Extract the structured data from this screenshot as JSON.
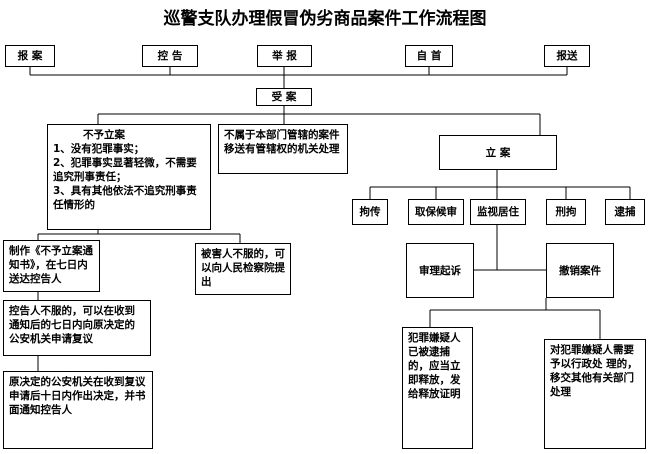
{
  "title": "巡警支队办理假冒伪劣商品案件工作流程图",
  "sources": [
    "报 案",
    "控 告",
    "举 报",
    "自 首",
    "报送"
  ],
  "accept": "受 案",
  "no_filing": {
    "heading": "不予立案",
    "lines": [
      "1、没有犯罪事实；",
      "2、犯罪事实显著轻微，不需要追究刑事责任；",
      "3、具有其他依法不追究刑事责任情形的"
    ]
  },
  "transfer": "不属于本部门管辖的案件移送有管辖权的机关处理",
  "filing": "立 案",
  "measures": [
    "拘传",
    "取保候审",
    "监视居住",
    "刑拘",
    "逮捕"
  ],
  "notice": "制作《不予立案通知书》，在七日内送达控告人",
  "victim": "被害人不服的，可以向人民检察院提出",
  "review_request": "控告人不服的，可以在收到通知后的七日内向原决定的公安机关申请复议",
  "review_decision": "原决定的公安机关在收到复议申请后十日内作出决定，并书面通知控告人",
  "prosecute": "审理起诉",
  "revoke": "撤销案件",
  "release": "犯罪嫌疑人已被逮捕的，应当立即释放，发给释放证明",
  "admin": "对犯罪嫌疑人需要予以行政处 理的，移交其他有关部门处理"
}
